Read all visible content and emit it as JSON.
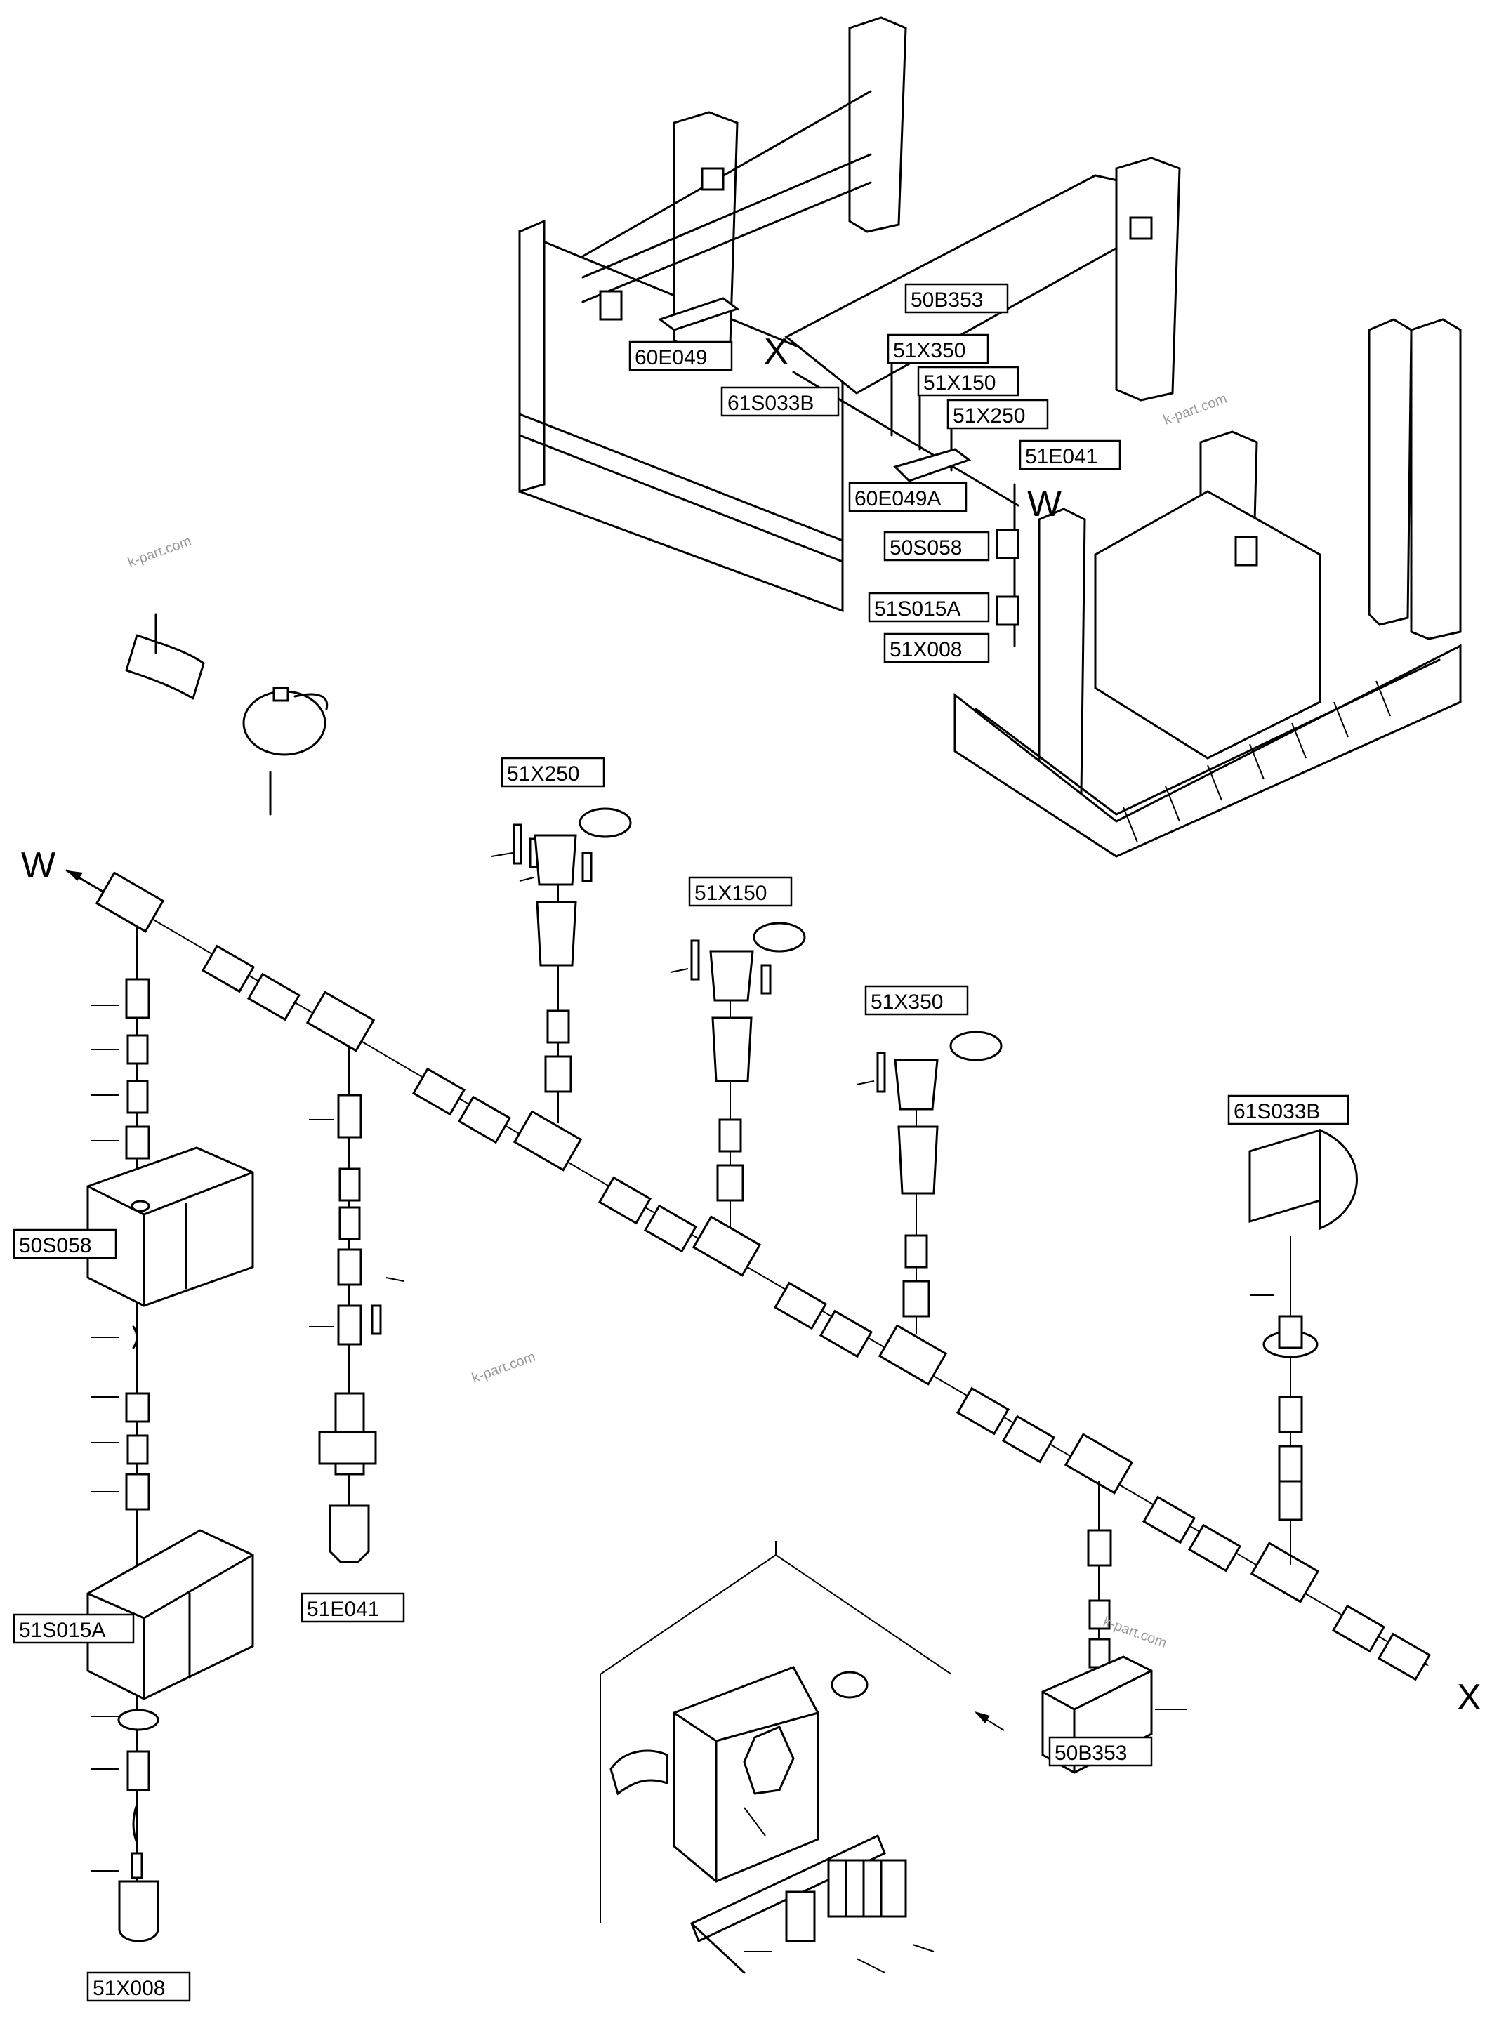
{
  "watermark": "k-part.com",
  "letters": {
    "w": "W",
    "x": "X"
  },
  "labels": {
    "e049": "60E049",
    "s033b": "61S033B",
    "b353": "50B353",
    "x350": "51X350",
    "x150": "51X150",
    "x250": "51X250",
    "e041": "51E041",
    "e049a": "60E049A",
    "s058": "50S058",
    "s015a": "51S015A",
    "x008": "51X008"
  }
}
